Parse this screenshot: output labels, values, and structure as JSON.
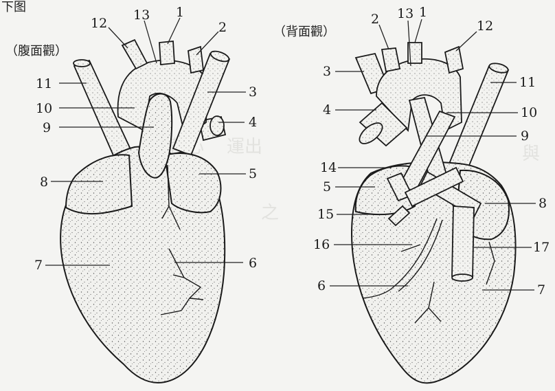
{
  "top_left_fragment": "下图",
  "views": {
    "ventral": {
      "caption": "（腹面觀）"
    },
    "dorsal": {
      "caption": "（背面觀）"
    }
  },
  "labels": {
    "ventral": [
      "12",
      "13",
      "1",
      "2",
      "11",
      "3",
      "10",
      "4",
      "9",
      "8",
      "5",
      "7",
      "6"
    ],
    "dorsal": [
      "2",
      "13",
      "1",
      "12",
      "3",
      "11",
      "4",
      "10",
      "9",
      "14",
      "5",
      "8",
      "15",
      "16",
      "17",
      "6",
      "7"
    ]
  },
  "watermark": [
    "背心",
    "運出",
    "與",
    "之"
  ]
}
